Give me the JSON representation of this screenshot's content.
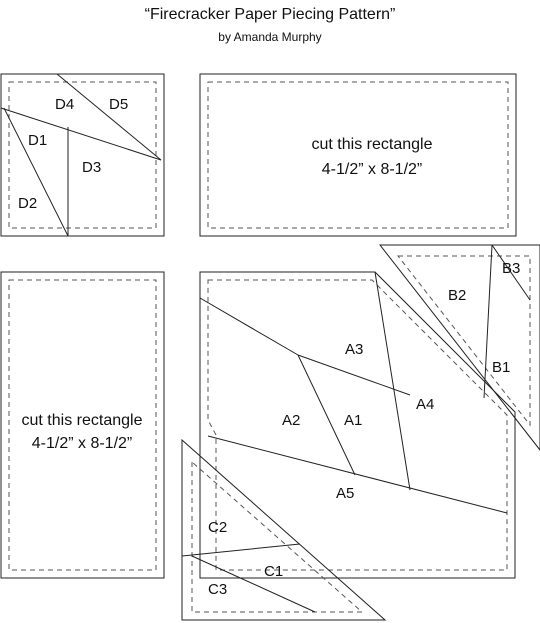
{
  "header": {
    "title": "“Firecracker Paper Piecing Pattern”",
    "subtitle": "by Amanda Murphy"
  },
  "pieces": {
    "d": {
      "d1": "D1",
      "d2": "D2",
      "d3": "D3",
      "d4": "D4",
      "d5": "D5"
    },
    "rect_top": {
      "line1": "cut this rectangle",
      "line2": "4-1/2” x 8-1/2”"
    },
    "rect_left": {
      "line1": "cut this rectangle",
      "line2": "4-1/2” x 8-1/2”"
    },
    "a": {
      "a1": "A1",
      "a2": "A2",
      "a3": "A3",
      "a4": "A4",
      "a5": "A5"
    },
    "b": {
      "b1": "B1",
      "b2": "B2",
      "b3": "B3"
    },
    "c": {
      "c1": "C1",
      "c2": "C2",
      "c3": "C3"
    }
  }
}
